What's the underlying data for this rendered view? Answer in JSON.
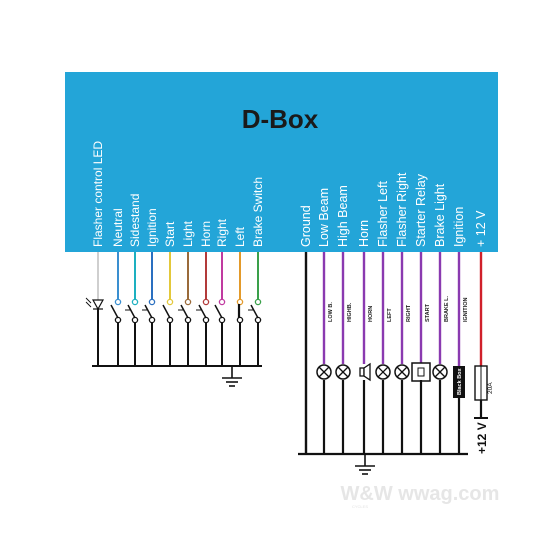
{
  "box": {
    "title": "D-Box",
    "fill": "#23a5d8"
  },
  "left_pins": [
    {
      "label": "Flasher control LED",
      "wire_color": "#cfcfcf"
    },
    {
      "label": "Neutral",
      "wire_color": "#3a8fd0"
    },
    {
      "label": "Sidestand",
      "wire_color": "#1db0c0"
    },
    {
      "label": "Ignition",
      "wire_color": "#2a6fc0"
    },
    {
      "label": "Start",
      "wire_color": "#e3c83a"
    },
    {
      "label": "Light",
      "wire_color": "#9a6a3a"
    },
    {
      "label": "Horn",
      "wire_color": "#b23a3a"
    },
    {
      "label": "Right",
      "wire_color": "#c03aa0"
    },
    {
      "label": "Left",
      "wire_color": "#e39a2a"
    },
    {
      "label": "Brake Switch",
      "wire_color": "#3aa04a"
    }
  ],
  "right_pins": [
    {
      "label": "Ground",
      "wire_color": "#111111",
      "tag": "",
      "load": "none"
    },
    {
      "label": "Low Beam",
      "wire_color": "#8a3ab0",
      "tag": "LOW B.",
      "load": "lamp"
    },
    {
      "label": "High Beam",
      "wire_color": "#8a3ab0",
      "tag": "HIGHB.",
      "load": "lamp"
    },
    {
      "label": "Horn",
      "wire_color": "#8a3ab0",
      "tag": "HORN",
      "load": "horn"
    },
    {
      "label": "Flasher Left",
      "wire_color": "#8a3ab0",
      "tag": "LEFT",
      "load": "lamp"
    },
    {
      "label": "Flasher Right",
      "wire_color": "#8a3ab0",
      "tag": "RIGHT",
      "load": "lamp"
    },
    {
      "label": "Starter Relay",
      "wire_color": "#8a3ab0",
      "tag": "START",
      "load": "relay"
    },
    {
      "label": "Brake Light",
      "wire_color": "#8a3ab0",
      "tag": "BRAKE L.",
      "load": "lamp"
    },
    {
      "label": "Ignition",
      "wire_color": "#8a3ab0",
      "tag": "IGNITION",
      "load": "blackbox"
    },
    {
      "label": "+ 12 V",
      "wire_color": "#d0202a",
      "tag": "",
      "load": "fuse"
    }
  ],
  "blackbox_label": "Black Box",
  "fuse_label": "20A",
  "supply_label": "+12 V",
  "watermark": {
    "text": "W&W wwag.com",
    "sub": "CYCLES"
  }
}
